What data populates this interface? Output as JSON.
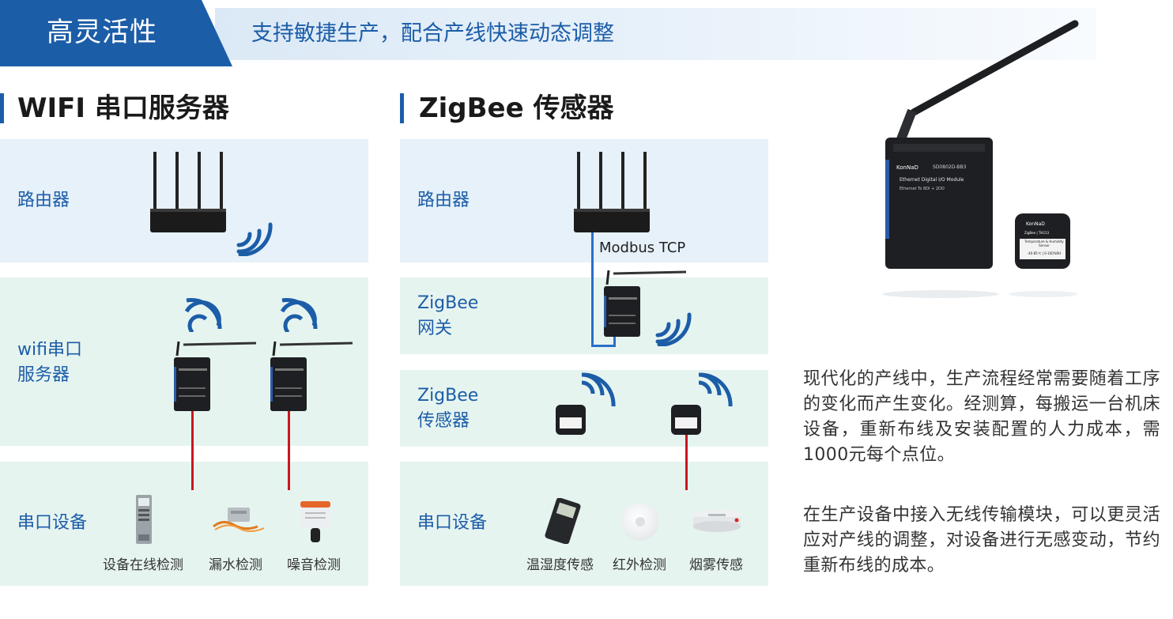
{
  "header": {
    "tag": "高灵活性",
    "subtitle": "支持敏捷生产，配合产线快速动态调整"
  },
  "wifi_section": {
    "title": "WIFI 串口服务器",
    "rows": [
      {
        "label": "路由器"
      },
      {
        "label_line1": "wifi串口",
        "label_line2": "服务器"
      },
      {
        "label": "串口设备"
      }
    ],
    "devices": [
      "设备在线检测",
      "漏水检测",
      "噪音检测"
    ]
  },
  "zigbee_section": {
    "title": "ZigBee 传感器",
    "rows": [
      {
        "label": "路由器"
      },
      {
        "label_line1": "ZigBee",
        "label_line2": "网关"
      },
      {
        "label_line1": "ZigBee",
        "label_line2": "传感器"
      },
      {
        "label": "串口设备"
      }
    ],
    "protocol": "Modbus TCP",
    "devices": [
      "温湿度传感",
      "红外检测",
      "烟雾传感"
    ]
  },
  "product": {
    "module_brand": "KonNaD",
    "module_model": "SD0802D-BB3",
    "module_title": "Ethernet Digital I/O Module",
    "module_sub": "Ethernet To 8DI + 2DO",
    "sensor_brand": "KonNaD",
    "sensor_model": "ZigBee | TH213",
    "sensor_title": "Temperature & Humidity Sensor",
    "sensor_range": "-40-85℃ | 0-100%RH"
  },
  "description": {
    "p1": "现代化的产线中，生产流程经常需要随着工序的变化而产生变化。经测算，每搬运一台机床设备，重新布线及安装配置的人力成本，需1000元每个点位。",
    "p2": "在生产设备中接入无线传输模块，可以更灵活应对产线的调整，对设备进行无感变动，节约重新布线的成本。"
  },
  "colors": {
    "brand_blue": "#1c5da8",
    "wire_red": "#c8171d",
    "panel_blue": "#e6f1f9",
    "panel_green": "#e6f4f0"
  },
  "icons": [
    "wifi-signal-icon",
    "router-icon",
    "serial-server-icon",
    "zigbee-sensor-icon"
  ]
}
